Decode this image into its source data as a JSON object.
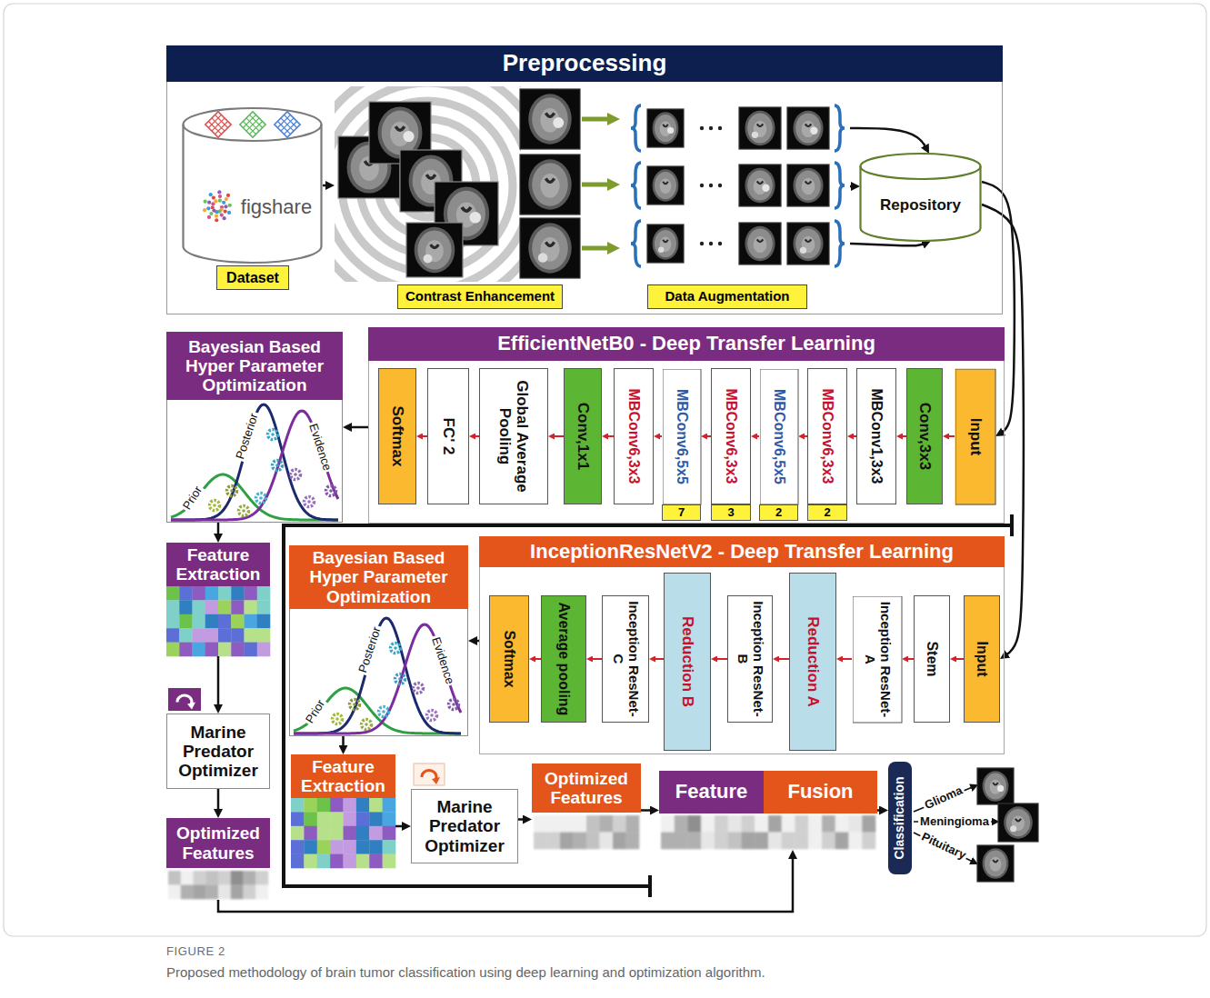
{
  "diagram": {
    "caption": "Proposed methodology of brain tumor classification using deep learning and optimization algorithm.",
    "nodes": [
      {
        "text": [
          "Preprocessing"
        ]
      },
      {
        "text": [
          "figshare",
          "Dataset"
        ],
        "in": 0
      },
      {
        "text": [
          "Contrast Enhancement"
        ],
        "in": 0
      },
      {
        "text": [
          "Data Augmentation"
        ],
        "in": 0
      },
      {
        "text": [
          "Repository"
        ],
        "in": 0
      },
      {
        "text": [
          "EfficientNetB0 - Deep Transfer Learning"
        ]
      },
      {
        "text": [
          "Input"
        ],
        "in": 5
      },
      {
        "text": [
          "Conv,3x3"
        ],
        "in": 5
      },
      {
        "text": [
          "MBConv1,3x3"
        ],
        "in": 5
      },
      {
        "text": [
          "MBConv6,3x3",
          "2"
        ],
        "in": 5
      },
      {
        "text": [
          "MBConv6,5x5",
          "2"
        ],
        "in": 5
      },
      {
        "text": [
          "MBConv6,3x3",
          "3"
        ],
        "in": 5
      },
      {
        "text": [
          "MBConv6,5x5",
          "7"
        ],
        "in": 5
      },
      {
        "text": [
          "MBConv6,3x3"
        ],
        "in": 5
      },
      {
        "text": [
          "Conv,1x1"
        ],
        "in": 5
      },
      {
        "text": [
          "Global Average Pooling"
        ],
        "in": 5
      },
      {
        "text": [
          "FC' 2"
        ],
        "in": 5
      },
      {
        "text": [
          "Softmax"
        ],
        "in": 5
      },
      {
        "text": [
          "Bayesian Based Hyper Parameter Optimization"
        ]
      },
      {
        "text": [
          "Feature Extraction"
        ]
      },
      {
        "text": [
          "Marine Predator Optimizer"
        ]
      },
      {
        "text": [
          "Optimized Features"
        ]
      },
      {
        "text": [
          "InceptionResNetV2 - Deep Transfer Learning"
        ]
      },
      {
        "text": [
          "Input"
        ],
        "in": 22
      },
      {
        "text": [
          "Stem"
        ],
        "in": 22
      },
      {
        "text": [
          "Inception ResNet-A"
        ],
        "in": 22
      },
      {
        "text": [
          "Reduction A"
        ],
        "in": 22
      },
      {
        "text": [
          "Inception ResNet-B"
        ],
        "in": 22
      },
      {
        "text": [
          "Reduction B"
        ],
        "in": 22
      },
      {
        "text": [
          "Inception ResNet-C"
        ],
        "in": 22
      },
      {
        "text": [
          "Average pooling"
        ],
        "in": 22
      },
      {
        "text": [
          "Softmax"
        ],
        "in": 22
      },
      {
        "text": [
          "Bayesian Based Hyper Parameter Optimization"
        ]
      },
      {
        "text": [
          "Feature Extraction"
        ]
      },
      {
        "text": [
          "Marine Predator Optimizer"
        ]
      },
      {
        "text": [
          "Optimized Features"
        ]
      },
      {
        "text": [
          "Feature",
          "Fusion"
        ]
      },
      {
        "text": [
          "Classification"
        ]
      }
    ],
    "edges": [
      {
        "from": 1,
        "to": 2,
        "arrow": "to"
      },
      {
        "from": 2,
        "to": 3,
        "arrow": "to"
      },
      {
        "from": 2,
        "to": 3,
        "arrow": "to"
      },
      {
        "from": 2,
        "to": 3,
        "arrow": "to"
      },
      {
        "from": 3,
        "to": 4,
        "arrow": "to"
      },
      {
        "from": 3,
        "to": 4,
        "arrow": "to"
      },
      {
        "from": 3,
        "to": 4,
        "arrow": "to"
      },
      {
        "from": 4,
        "to": 6,
        "arrow": "to"
      },
      {
        "from": 4,
        "to": 23,
        "arrow": "to"
      },
      {
        "from": 6,
        "to": 7,
        "arrow": "to"
      },
      {
        "from": 7,
        "to": 8,
        "arrow": "to"
      },
      {
        "from": 8,
        "to": 9,
        "arrow": "to"
      },
      {
        "from": 9,
        "to": 10,
        "arrow": "to"
      },
      {
        "from": 10,
        "to": 11,
        "arrow": "to"
      },
      {
        "from": 11,
        "to": 12,
        "arrow": "to"
      },
      {
        "from": 12,
        "to": 13,
        "arrow": "to"
      },
      {
        "from": 13,
        "to": 14,
        "arrow": "to"
      },
      {
        "from": 14,
        "to": 15,
        "arrow": "to"
      },
      {
        "from": 15,
        "to": 16,
        "arrow": "to"
      },
      {
        "from": 16,
        "to": 17,
        "arrow": "to"
      },
      {
        "from": 5,
        "to": 18,
        "arrow": "to"
      },
      {
        "from": 18,
        "to": 19,
        "arrow": "to"
      },
      {
        "from": 19,
        "to": 20,
        "arrow": "to"
      },
      {
        "from": 20,
        "to": 21,
        "arrow": "to"
      },
      {
        "from": 23,
        "to": 24,
        "arrow": "to"
      },
      {
        "from": 24,
        "to": 25,
        "arrow": "to"
      },
      {
        "from": 25,
        "to": 26,
        "arrow": "to"
      },
      {
        "from": 26,
        "to": 27,
        "arrow": "to"
      },
      {
        "from": 27,
        "to": 28,
        "arrow": "to"
      },
      {
        "from": 28,
        "to": 29,
        "arrow": "to"
      },
      {
        "from": 29,
        "to": 30,
        "arrow": "to"
      },
      {
        "from": 30,
        "to": 31,
        "arrow": "to"
      },
      {
        "from": 22,
        "to": 32,
        "arrow": "to"
      },
      {
        "from": 32,
        "to": 33,
        "arrow": "to"
      },
      {
        "from": 33,
        "to": 34,
        "arrow": "to"
      },
      {
        "from": 34,
        "to": 35,
        "arrow": "to"
      },
      {
        "from": 35,
        "to": 36,
        "arrow": "to"
      },
      {
        "from": 21,
        "to": 36,
        "arrow": "to"
      },
      {
        "from": 36,
        "to": 37,
        "arrow": "to"
      }
    ],
    "labels": [
      "Prior",
      "Posterior",
      "Evidence",
      "Prior",
      "Posterior",
      "Evidence",
      "Glioma",
      "Meningioma",
      "Pituitary",
      "FIGURE 2"
    ]
  }
}
